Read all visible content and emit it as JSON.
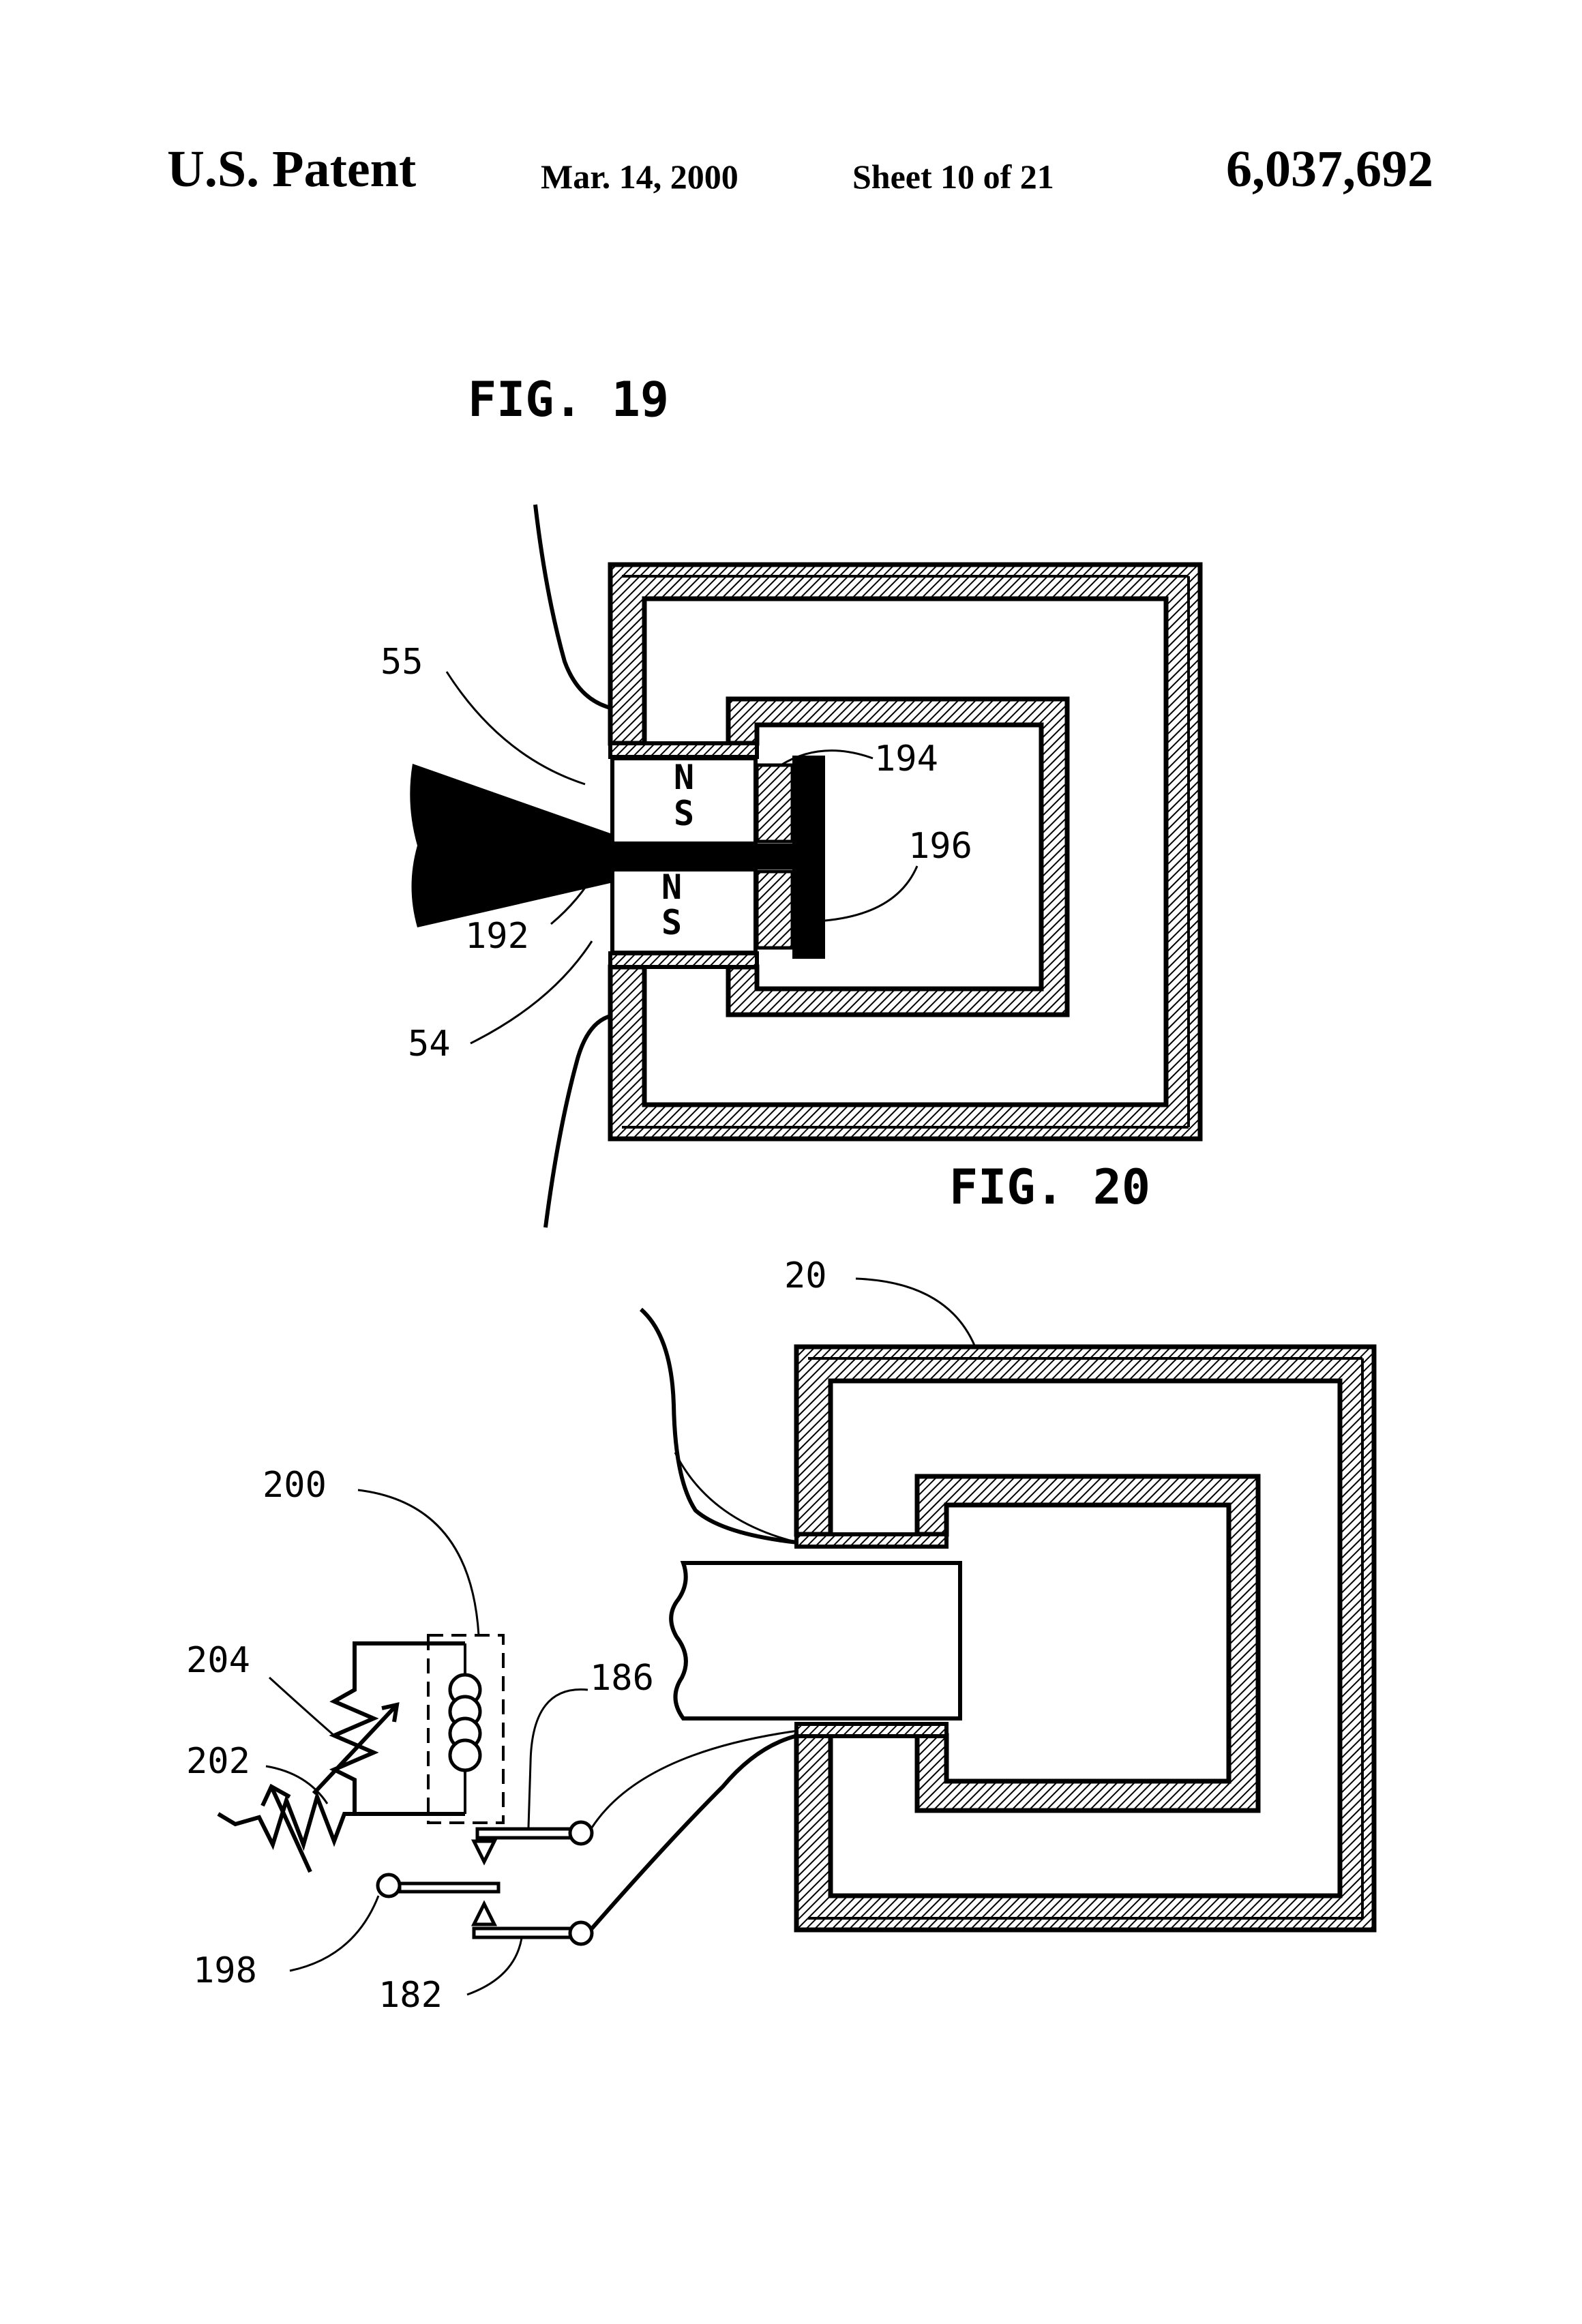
{
  "header": {
    "left": "U.S. Patent",
    "date": "Mar. 14, 2000",
    "sheet": "Sheet 10 of 21",
    "patent_number": "6,037,692"
  },
  "fig19": {
    "title": "FIG. 19",
    "refs": {
      "r55": "55",
      "r192": "192",
      "r54": "54",
      "r194": "194",
      "r196": "196"
    },
    "poles": {
      "upper_n": "N",
      "upper_s": "S",
      "lower_n": "N",
      "lower_s": "S"
    }
  },
  "fig20": {
    "title": "FIG. 20",
    "refs": {
      "r20": "20",
      "r200": "200",
      "r204": "204",
      "r202": "202",
      "r186": "186",
      "r198": "198",
      "r182": "182"
    }
  }
}
